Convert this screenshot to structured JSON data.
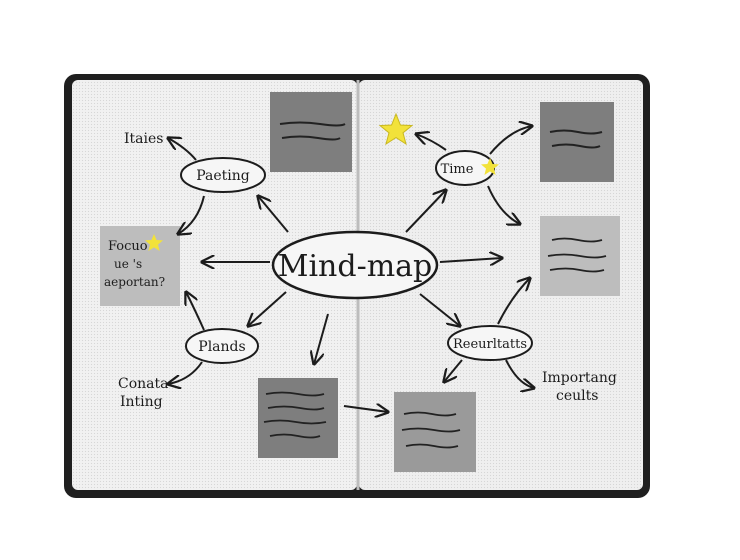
{
  "notebook": {
    "central": "Mind-map",
    "nodes": {
      "left_top": "Paeting",
      "left_bottom": "Plands",
      "right_top": "Time",
      "right_bottom": "Reeurltatts"
    },
    "labels": {
      "top_left": "Itaies",
      "bottom_left_1": "Conata",
      "bottom_left_2": "Inting",
      "bottom_right_1": "Importang",
      "bottom_right_2": "ceults"
    },
    "sticky_notes": {
      "left_focus": [
        "Focuo",
        "ue 's",
        "aeportan?"
      ]
    }
  },
  "colors": {
    "paper": "#f1f1f1",
    "cover": "#1f1f1f",
    "ink": "#1c1c1c",
    "sticky_dark": "#7e7e7e",
    "sticky_light": "#bdbdbd",
    "star": "#f2e23a"
  }
}
